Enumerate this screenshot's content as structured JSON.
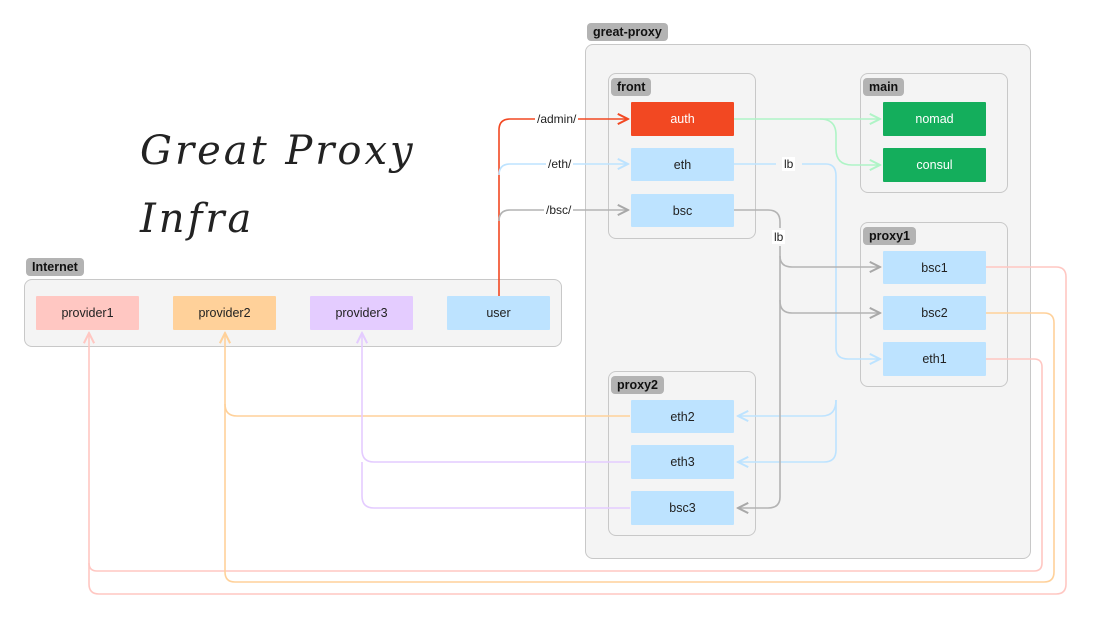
{
  "title": {
    "line1": "Great Proxy",
    "line2": "Infra"
  },
  "groups": {
    "great_proxy": "great-proxy",
    "front": "front",
    "main": "main",
    "proxy1": "proxy1",
    "proxy2": "proxy2",
    "internet": "Internet"
  },
  "nodes": {
    "auth": "auth",
    "front_eth": "eth",
    "front_bsc": "bsc",
    "nomad": "nomad",
    "consul": "consul",
    "bsc1": "bsc1",
    "bsc2": "bsc2",
    "eth1": "eth1",
    "eth2": "eth2",
    "eth3": "eth3",
    "bsc3": "bsc3",
    "provider1": "provider1",
    "provider2": "provider2",
    "provider3": "provider3",
    "user": "user"
  },
  "edge_labels": {
    "admin": "/admin/",
    "eth": "/eth/",
    "bsc": "/bsc/",
    "lb_eth": "lb",
    "lb_bsc": "lb"
  },
  "colors": {
    "auth": "#f24822",
    "green": "#14ae5c",
    "blue_node": "#bde3ff",
    "red_node": "#ffc7c2",
    "orange_node": "#ffd19a",
    "purple_node": "#e4ccff",
    "wire_red": "#f24822",
    "wire_green": "#aff4c6",
    "wire_blue": "#bde3ff",
    "wire_gray": "#b3b3b3",
    "wire_pink": "#ffc7c2",
    "wire_orange": "#ffd19a",
    "wire_purple": "#e4ccff"
  }
}
